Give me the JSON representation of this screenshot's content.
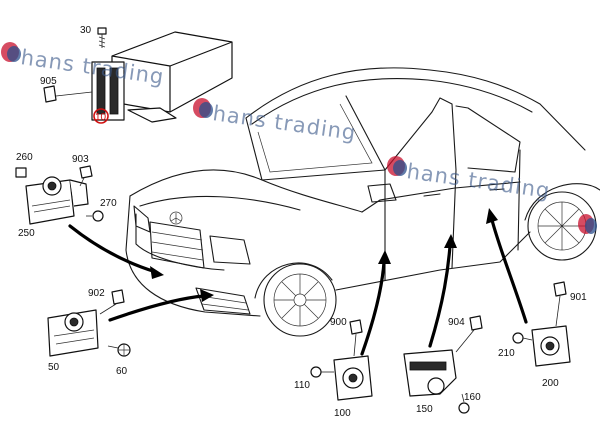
{
  "watermark": {
    "text": "hans trading",
    "colors": {
      "text": "#3d5a8a",
      "logo_red": "#c8102e",
      "logo_blue": "#2b4f8c"
    }
  },
  "callouts": {
    "p30": "30",
    "p905": "905",
    "p10": "10",
    "p260": "260",
    "p903": "903",
    "p270": "270",
    "p250": "250",
    "p902": "902",
    "p50": "50",
    "p60": "60",
    "p900": "900",
    "p110": "110",
    "p100": "100",
    "p904": "904",
    "p150": "150",
    "p160": "160",
    "p901": "901",
    "p210": "210",
    "p200": "200"
  },
  "colors": {
    "line": "#1a1a1a",
    "arrow": "#000000",
    "background": "#ffffff",
    "highlight_circle": "#d01010"
  }
}
